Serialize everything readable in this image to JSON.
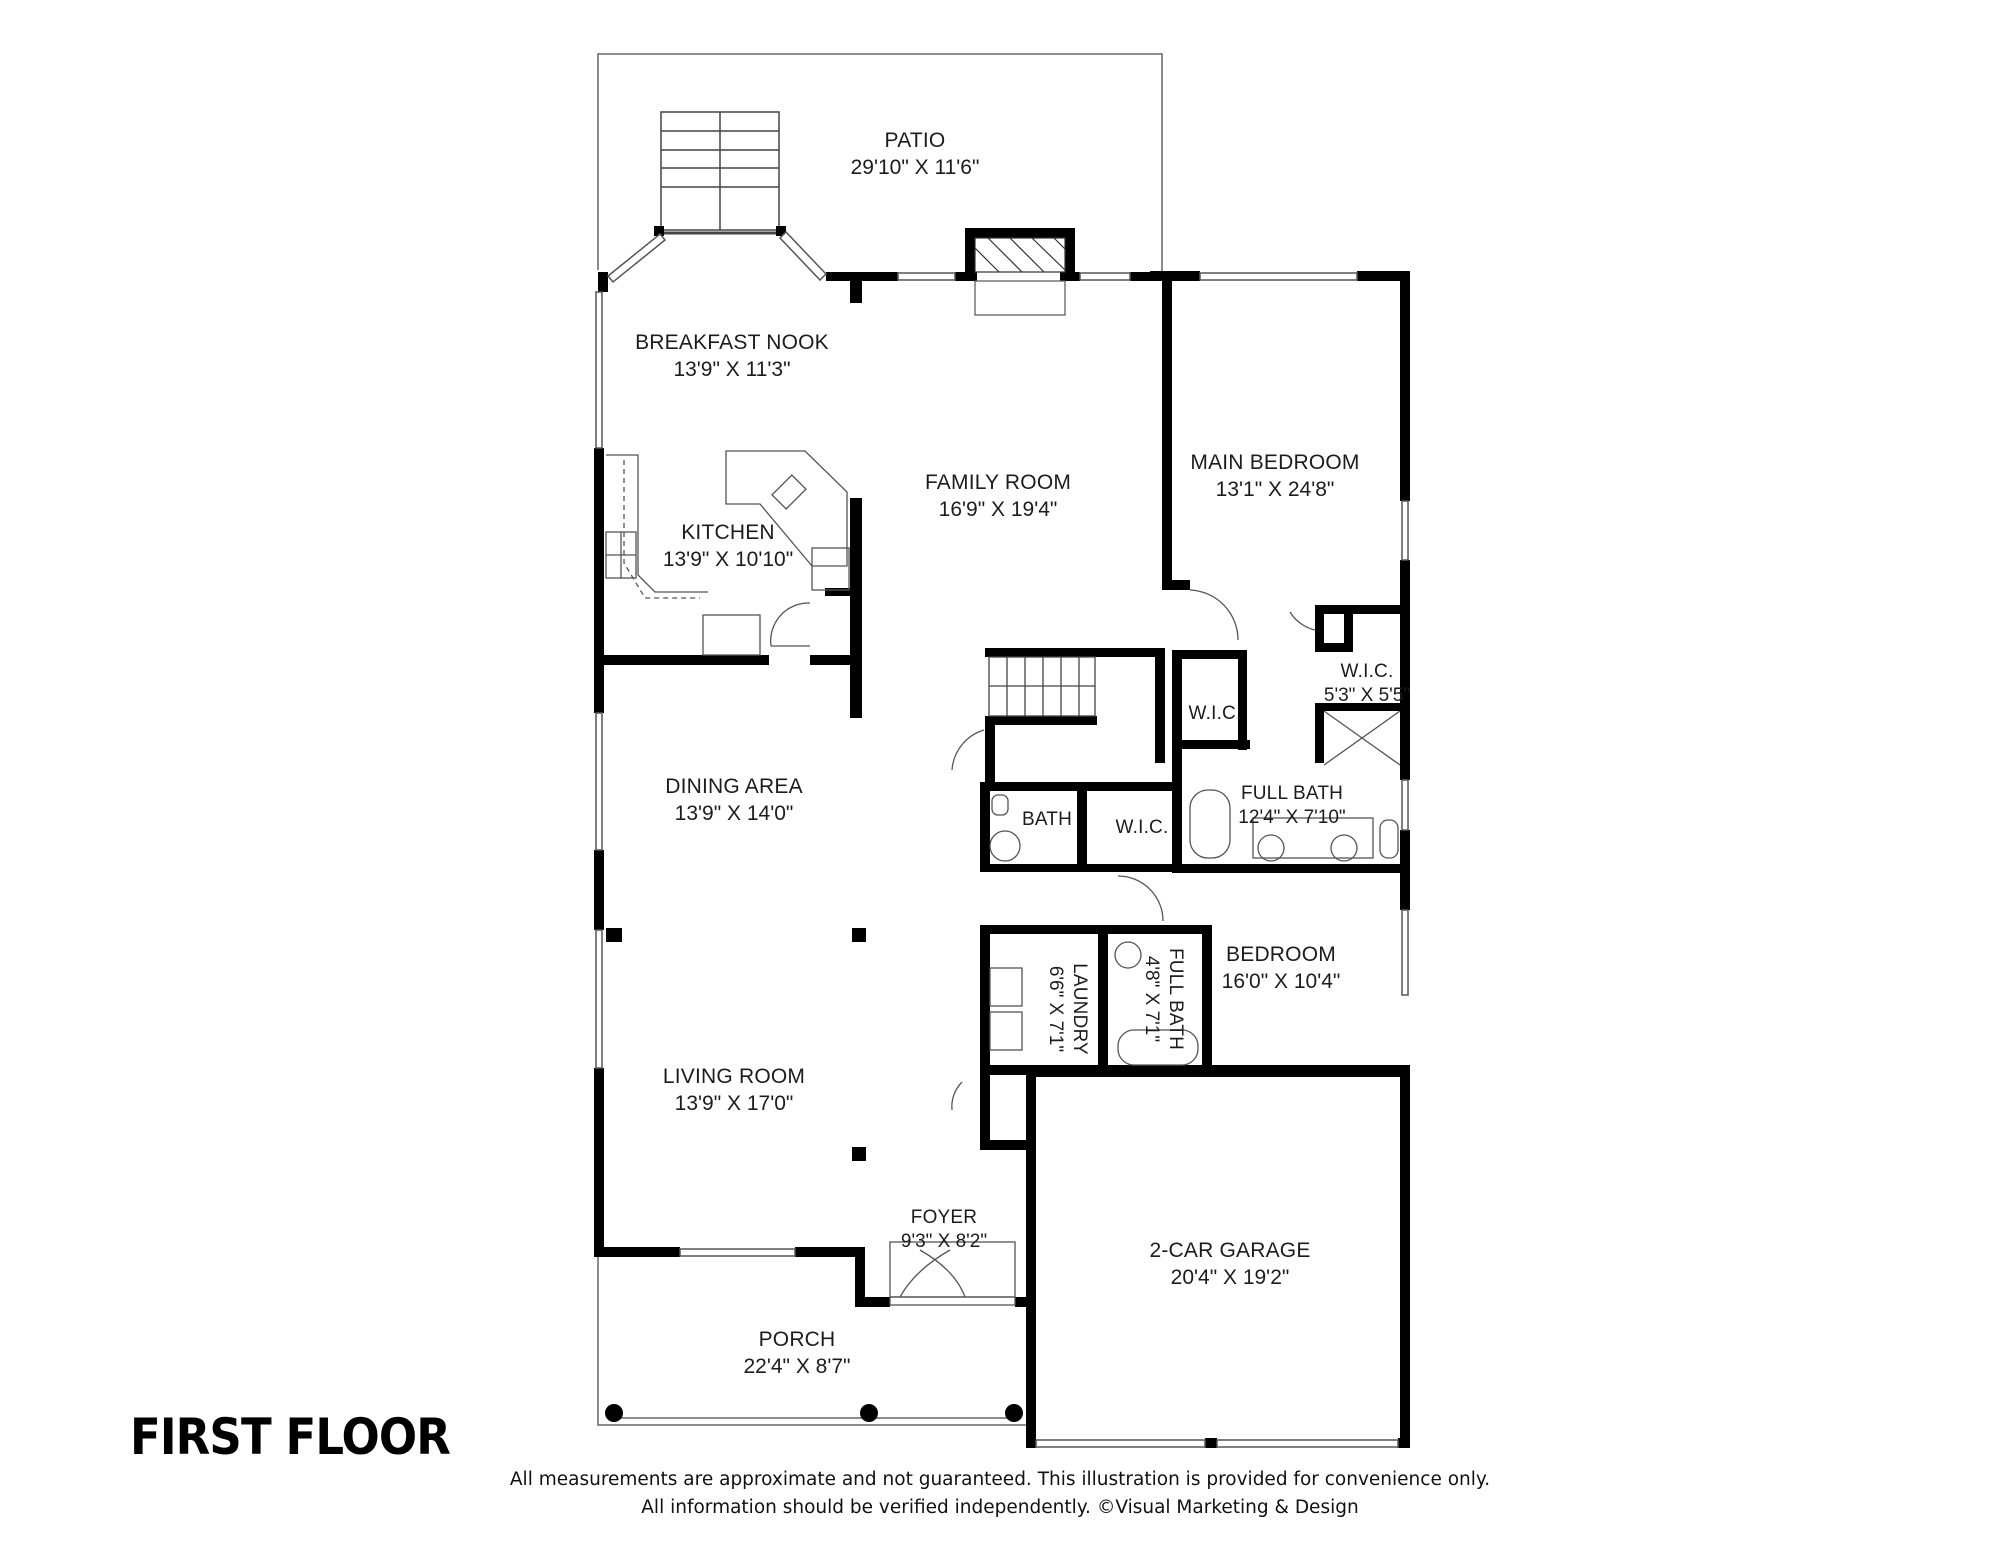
{
  "plan": {
    "title": "FIRST FLOOR",
    "colors": {
      "wall": "#000000",
      "line": "#555555",
      "background": "#ffffff"
    },
    "rooms": [
      {
        "id": "patio",
        "name": "PATIO",
        "dims": "29'10\" X 11'6\""
      },
      {
        "id": "breakfast-nook",
        "name": "BREAKFAST NOOK",
        "dims": "13'9\" X 11'3\""
      },
      {
        "id": "kitchen",
        "name": "KITCHEN",
        "dims": "13'9\" X 10'10\""
      },
      {
        "id": "family-room",
        "name": "FAMILY ROOM",
        "dims": "16'9\" X 19'4\""
      },
      {
        "id": "main-bedroom",
        "name": "MAIN BEDROOM",
        "dims": "13'1\" X 24'8\""
      },
      {
        "id": "wic-main-1",
        "name": "W.I.C.",
        "dims": ""
      },
      {
        "id": "wic-main-2",
        "name": "W.I.C.",
        "dims": "5'3\" X 5'5\""
      },
      {
        "id": "full-bath-main",
        "name": "FULL BATH",
        "dims": "12'4\" X 7'10\""
      },
      {
        "id": "bath",
        "name": "BATH",
        "dims": ""
      },
      {
        "id": "wic-hall",
        "name": "W.I.C.",
        "dims": ""
      },
      {
        "id": "dining-area",
        "name": "DINING AREA",
        "dims": "13'9\" X 14'0\""
      },
      {
        "id": "living-room",
        "name": "LIVING ROOM",
        "dims": "13'9\" X 17'0\""
      },
      {
        "id": "laundry",
        "name": "LAUNDRY",
        "dims": "6'6\" X 7'1\""
      },
      {
        "id": "full-bath-2",
        "name": "FULL BATH",
        "dims": "4'8\" X 7'1\""
      },
      {
        "id": "bedroom",
        "name": "BEDROOM",
        "dims": "16'0\" X 10'4\""
      },
      {
        "id": "foyer",
        "name": "FOYER",
        "dims": "9'3\" X 8'2\""
      },
      {
        "id": "garage",
        "name": "2-CAR GARAGE",
        "dims": "20'4\" X 19'2\""
      },
      {
        "id": "porch",
        "name": "PORCH",
        "dims": "22'4\" X 8'7\""
      }
    ]
  },
  "footer": {
    "line1": "All measurements are approximate and not guaranteed. This illustration is provided for convenience only.",
    "line2": "All information should be verified independently. ©Visual Marketing & Design"
  }
}
